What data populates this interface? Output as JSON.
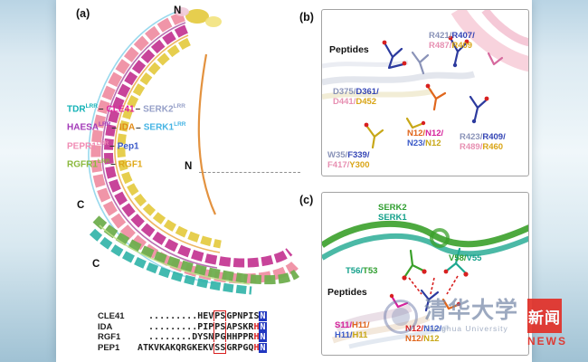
{
  "slide": {
    "bg_top": "#b9d4e4",
    "bg_bottom": "#a0c2d4",
    "figure_bg": "#ffffff"
  },
  "panel_a": {
    "label": "(a)",
    "n_terminus_top": "N",
    "n_terminus_mid": "N",
    "c_terminus_upper": "C",
    "c_terminus_lower": "C",
    "legend": {
      "sup": "LRR",
      "sep": "–",
      "rows": [
        {
          "receptor": "TDR",
          "receptor_color": "#12b2b6",
          "ligand": "CLE41",
          "ligand_color": "#e0219c",
          "coreceptor": "SERK2",
          "coreceptor_color": "#96a0c8"
        },
        {
          "receptor": "HAESA",
          "receptor_color": "#a33ab8",
          "ligand": "IDA",
          "ligand_color": "#e08a18",
          "coreceptor": "SERK1",
          "coreceptor_color": "#45b4e4"
        },
        {
          "receptor": "PEPR1",
          "receptor_color": "#f08cb4",
          "ligand": "Pep1",
          "ligand_color": "#3b5ac8"
        },
        {
          "receptor": "RGFR1",
          "receptor_color": "#8ab83c",
          "ligand": "RGF1",
          "ligand_color": "#e0a818"
        }
      ]
    },
    "alignment": {
      "box_color": "#d82020",
      "end_bg": "#2238c0",
      "rows": [
        {
          "name": "CLE41",
          "pre": "  .........HEV",
          "box": "PS",
          "mid": "GPNPI",
          "pen": "S",
          "pen_color": "#222222",
          "end": "N"
        },
        {
          "name": "IDA",
          "pre": "  .........PIP",
          "box": "PS",
          "mid": "APSKR",
          "pen": "H",
          "pen_color": "#d82020",
          "end": "N"
        },
        {
          "name": "RGF1",
          "pre": "  ........DYSN",
          "box": "PG",
          "mid": "HHPPR",
          "pen": "H",
          "pen_color": "#d82020",
          "end": "N"
        },
        {
          "name": "PEP1",
          "pre": "ATKVKAKQRGKEKV",
          "box": "SS",
          "mid": "GRPGQ",
          "pen": "H",
          "pen_color": "#d82020",
          "end": "N"
        }
      ]
    }
  },
  "panel_b": {
    "label": "(b)",
    "peptides_label": "Peptides",
    "groups": [
      {
        "segs": [
          {
            "t": "R421/",
            "c": "#8a93b8"
          },
          {
            "t": "R407/",
            "c": "#3445b5"
          },
          {
            "t": "R487/",
            "c": "#e790b2"
          },
          {
            "t": "R409",
            "c": "#d9a517"
          }
        ]
      },
      {
        "segs": [
          {
            "t": "D375/",
            "c": "#8a93b8"
          },
          {
            "t": "D361/",
            "c": "#3445b5"
          },
          {
            "t": "D441/",
            "c": "#e790b2"
          },
          {
            "t": "D452",
            "c": "#d9a517"
          }
        ]
      },
      {
        "segs": [
          {
            "t": "N12/",
            "c": "#e0661c"
          },
          {
            "t": "N12/",
            "c": "#d6219c"
          },
          {
            "t": "N23/",
            "c": "#3b5ac8"
          },
          {
            "t": "N12",
            "c": "#c8a818"
          }
        ]
      },
      {
        "segs": [
          {
            "t": "R423/",
            "c": "#8a93b8"
          },
          {
            "t": "R409/",
            "c": "#3445b5"
          },
          {
            "t": "R489/",
            "c": "#e790b2"
          },
          {
            "t": "R460",
            "c": "#d9a517"
          }
        ]
      },
      {
        "segs": [
          {
            "t": "W35/",
            "c": "#8a93b8"
          },
          {
            "t": "F339/",
            "c": "#3445b5"
          },
          {
            "t": "F417/",
            "c": "#e790b2"
          },
          {
            "t": "Y300",
            "c": "#d9a517"
          }
        ]
      }
    ]
  },
  "panel_c": {
    "label": "(c)",
    "peptides_label": "Peptides",
    "serk2": {
      "t": "SERK2",
      "c": "#2f9e2f"
    },
    "serk1": {
      "t": "SERK1",
      "c": "#13a08a"
    },
    "groups": [
      {
        "segs": [
          {
            "t": "T56/",
            "c": "#13a08a"
          },
          {
            "t": "T53",
            "c": "#2f9e2f"
          }
        ]
      },
      {
        "segs": [
          {
            "t": "V58/",
            "c": "#2f9e2f"
          },
          {
            "t": "V55",
            "c": "#13a08a"
          }
        ]
      },
      {
        "segs": [
          {
            "t": "S11/",
            "c": "#d6219c"
          },
          {
            "t": "H11/",
            "c": "#e0661c"
          },
          {
            "t": "H11/",
            "c": "#3b5ac8"
          },
          {
            "t": "H11",
            "c": "#c8a818"
          }
        ]
      },
      {
        "segs": [
          {
            "t": "N12/",
            "c": "#d82020"
          },
          {
            "t": "N12/",
            "c": "#3b5ac8"
          },
          {
            "t": "N12/",
            "c": "#e0661c"
          },
          {
            "t": "N12",
            "c": "#c8a818"
          }
        ]
      }
    ]
  },
  "watermark": {
    "university_cn": "清华大学",
    "university_en": "Tsinghua University",
    "news_cn": "新闻",
    "news_en": "NEWS",
    "accent_red": "#e23028",
    "text_blue": "#7688a8"
  }
}
